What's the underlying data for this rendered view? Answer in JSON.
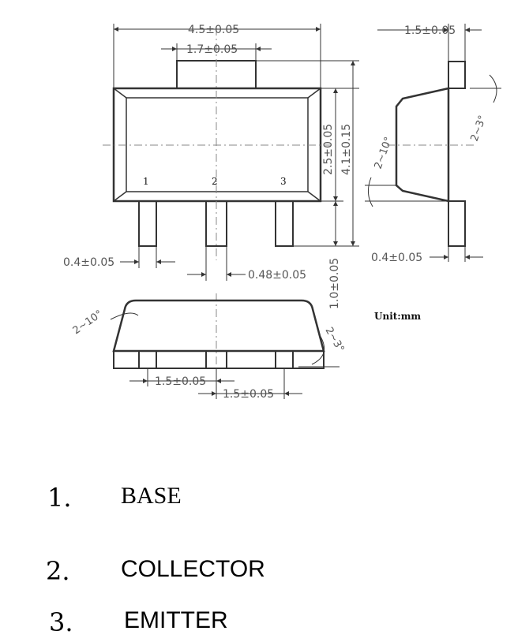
{
  "drawing": {
    "unit_label": "Unit:mm",
    "pin_numbers": [
      "1",
      "2",
      "3"
    ],
    "dimensions": {
      "total_width": "4.5±0.05",
      "tab_width": "1.7±0.05",
      "side_width": "1.5±0.05",
      "body_height": "2.5±0.05",
      "total_height": "4.1±0.15",
      "lead_width": "0.4±0.05",
      "lead_width_center": "0.48±0.05",
      "lead_length": "1.0±0.05",
      "side_lead_width": "0.4±0.05",
      "pitch_1": "1.5±0.05",
      "pitch_2": "1.5±0.05",
      "draft_angle_front": "2~10°",
      "draft_angle_side": "2~10°",
      "draft_angle_bottom": "2~3°",
      "draft_angle_side_top": "2~3°"
    }
  },
  "pins": [
    {
      "index": "1.",
      "name": "BASE"
    },
    {
      "index": "2.",
      "name": "COLLECTOR"
    },
    {
      "index": "3.",
      "name": "EMITTER"
    }
  ]
}
